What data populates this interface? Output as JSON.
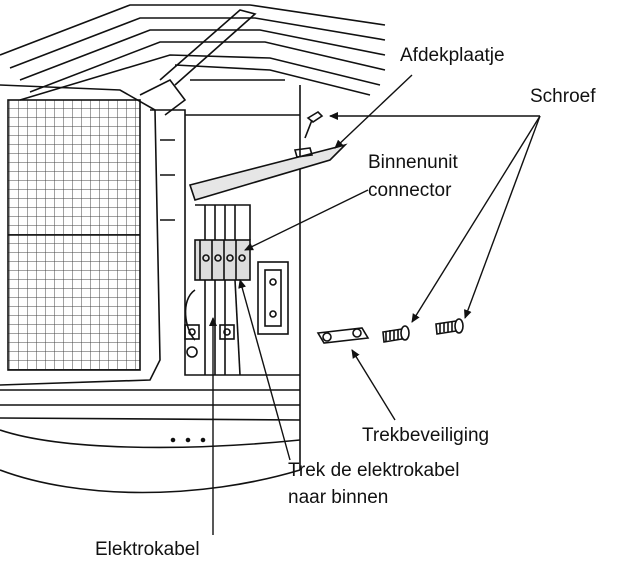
{
  "diagram": {
    "labels": {
      "cover_plate": "Afdekplaatje",
      "screw": "Schroef",
      "indoor_connector_line1": "Binnenunit",
      "indoor_connector_line2": "connector",
      "strain_relief": "Trekbeveiliging",
      "pull_cable_line1": "Trek de elektrokabel",
      "pull_cable_line2": "naar binnen",
      "power_cable": "Elektrokabel"
    },
    "colors": {
      "line": "#111111",
      "background": "#ffffff",
      "shade": "#d9d9d9"
    }
  }
}
